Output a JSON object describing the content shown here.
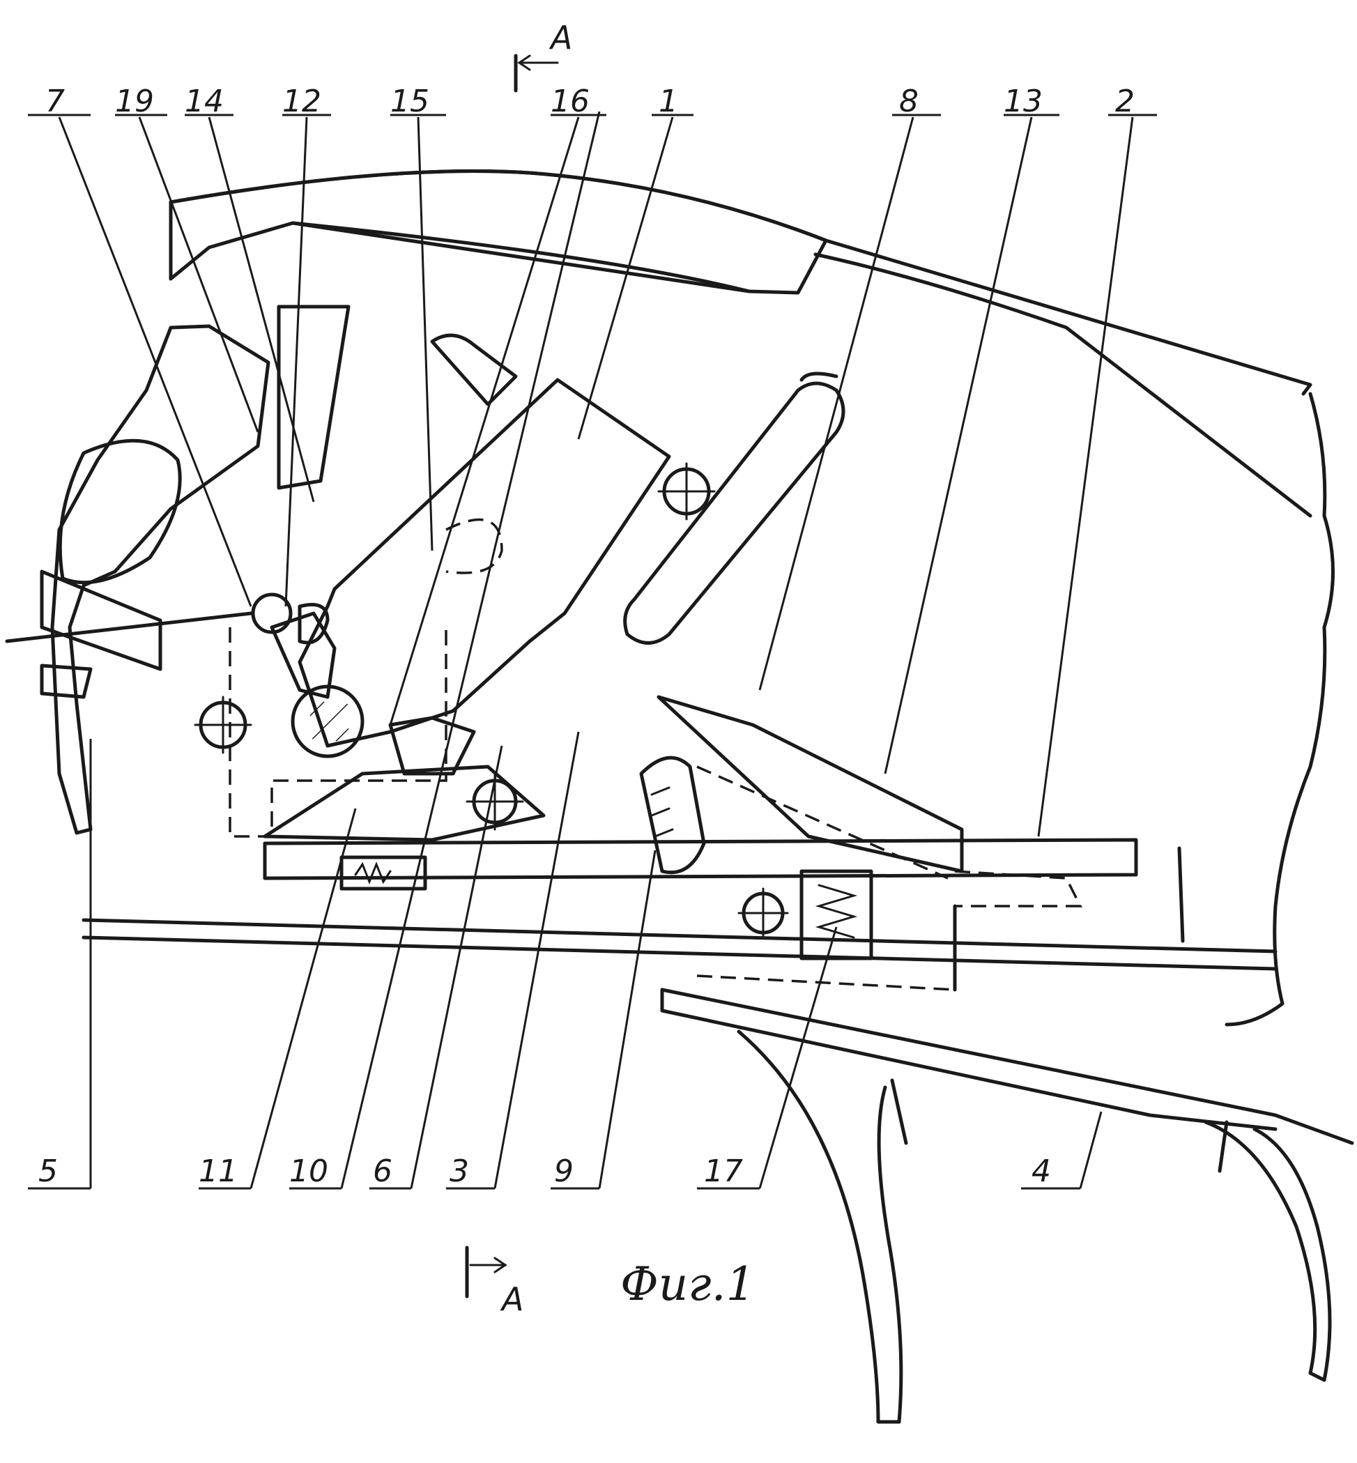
{
  "callouts": {
    "top": [
      "7",
      "19",
      "14",
      "12",
      "15",
      "16",
      "1",
      "8",
      "13",
      "2"
    ],
    "bottom": [
      "5",
      "11",
      "10",
      "6",
      "3",
      "9",
      "17",
      "4"
    ]
  },
  "section_marker": {
    "top": "A",
    "bottom": "A"
  },
  "figure_caption": "Фиг.1"
}
